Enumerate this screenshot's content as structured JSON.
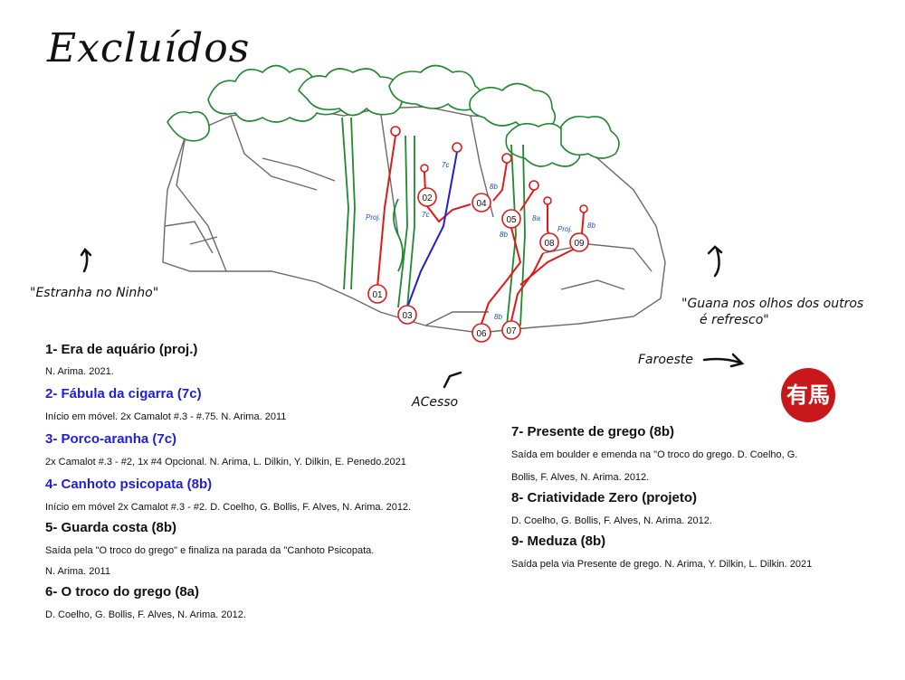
{
  "title": "Excluídos",
  "labels": {
    "left_sector": "\"Estranha no Ninho\"",
    "right_sector_line1": "\"Guana nos olhos dos outros",
    "right_sector_line2": "é refresco\"",
    "access": "ACesso",
    "faroeste": "Faroeste"
  },
  "seal_text": "有馬",
  "topo": {
    "markers": [
      "01",
      "02",
      "03",
      "04",
      "05",
      "06",
      "07",
      "08",
      "09"
    ],
    "grades": [
      "Proj.",
      "7c",
      "7c",
      "8b",
      "8a",
      "8b",
      "Proj.",
      "8b",
      "8b"
    ]
  },
  "routes_left": [
    {
      "title": "1- Era de aquário (proj.)",
      "desc": [
        "N. Arima. 2021."
      ],
      "color": "black"
    },
    {
      "title": "2- Fábula da cigarra (7c)",
      "desc": [
        "Início em móvel. 2x Camalot #.3 - #.75.  N. Arima. 2011"
      ],
      "color": "blue"
    },
    {
      "title": "3- Porco-aranha (7c)",
      "desc": [
        "2x Camalot #.3 - #2, 1x #4 Opcional. N. Arima, L. Dilkin, Y. Dilkin, E. Penedo.2021"
      ],
      "color": "blue"
    },
    {
      "title": "4- Canhoto psicopata (8b)",
      "desc": [
        "Início em móvel 2x Camalot #.3 - #2. D. Coelho, G. Bollis, F. Alves, N. Arima. 2012."
      ],
      "color": "blue"
    },
    {
      "title": "5- Guarda costa (8b)",
      "desc": [
        "Saída pela \"O troco do grego\" e finaliza na parada da \"Canhoto Psicopata.",
        "N. Arima. 2011"
      ],
      "color": "black"
    },
    {
      "title": "6- O troco do grego (8a)",
      "desc": [
        "D. Coelho, G. Bollis, F. Alves, N. Arima. 2012."
      ],
      "color": "black"
    }
  ],
  "routes_right": [
    {
      "title": "7- Presente de grego (8b)",
      "desc": [
        "Saída em boulder e emenda na \"O troco do grego. D. Coelho, G.",
        "Bollis, F. Alves, N. Arima. 2012."
      ],
      "color": "black"
    },
    {
      "title": "8- Criatividade Zero (projeto)",
      "desc": [
        "D. Coelho, G. Bollis, F. Alves, N. Arima. 2012."
      ],
      "color": "black"
    },
    {
      "title": "9- Meduza (8b)",
      "desc": [
        "Saída pela via Presente de grego. N. Arima, Y. Dilkin, L. Dilkin. 2021"
      ],
      "color": "black"
    }
  ],
  "colors": {
    "red": "#e01919",
    "blue": "#1f1fd6",
    "green": "#1e8a2e",
    "seal": "#c8181b"
  }
}
